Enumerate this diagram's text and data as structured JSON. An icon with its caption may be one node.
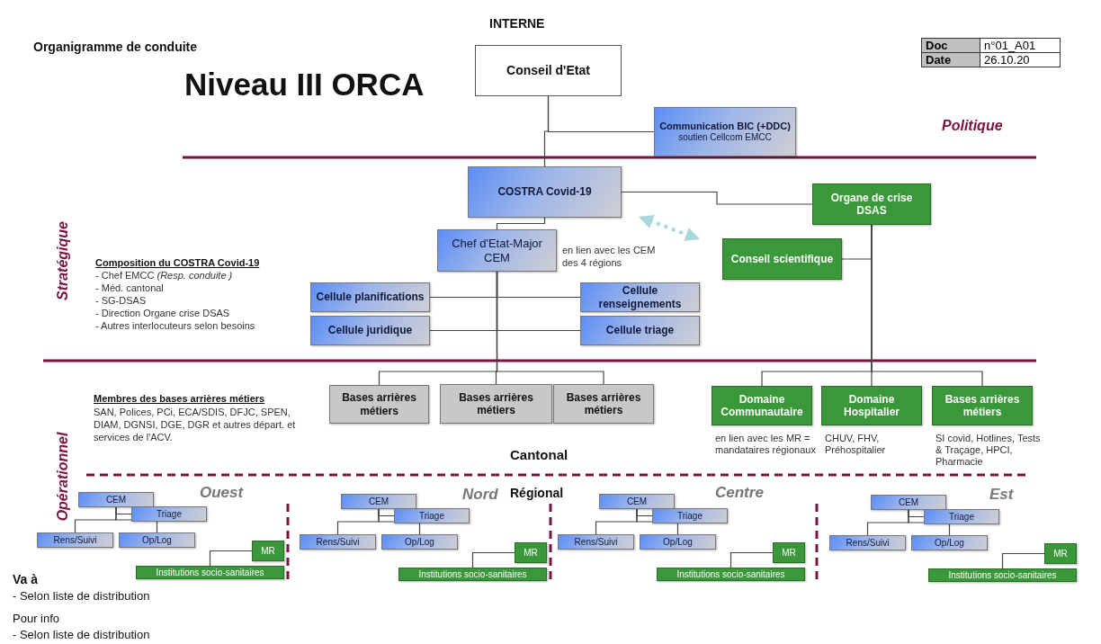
{
  "diagram": {
    "title": "Niveau III ORCA",
    "nodes": [
      {
        "text": [
          "Conseil d'Etat"
        ]
      },
      {
        "text": [
          "Communication BIC (+DDC)",
          "soutien Cellcom EMCC"
        ]
      },
      {
        "text": [
          "COSTRA Covid-19"
        ]
      },
      {
        "text": [
          "Organe de crise DSAS"
        ]
      },
      {
        "text": [
          "Chef d'Etat-Major CEM"
        ]
      },
      {
        "text": [
          "Conseil scientifique"
        ]
      },
      {
        "text": [
          "Cellule planifications"
        ]
      },
      {
        "text": [
          "Cellule renseignements"
        ]
      },
      {
        "text": [
          "Cellule juridique"
        ]
      },
      {
        "text": [
          "Cellule triage"
        ]
      },
      {
        "text": [
          "Bases arrières métiers"
        ]
      },
      {
        "text": [
          "Bases arrières métiers"
        ]
      },
      {
        "text": [
          "Bases arrières métiers"
        ]
      },
      {
        "text": [
          "Domaine Communautaire"
        ],
        "beside": [
          "en lien avec les MR = mandataires régionaux"
        ]
      },
      {
        "text": [
          "Domaine Hospitalier"
        ],
        "beside": [
          "CHUV, FHV, Préhospitalier"
        ]
      },
      {
        "text": [
          "Bases arrières métiers"
        ],
        "beside": [
          "SI covid, Hotlines, Tests & Traçage, HPCI, Pharmacie"
        ]
      },
      {
        "text": [
          "CEM"
        ]
      },
      {
        "text": [
          "Triage"
        ]
      },
      {
        "text": [
          "Rens/Suivi"
        ]
      },
      {
        "text": [
          "Op/Log"
        ]
      },
      {
        "text": [
          "MR"
        ]
      },
      {
        "text": [
          "Institutions socio-sanitaires"
        ]
      },
      {
        "text": [
          "CEM"
        ]
      },
      {
        "text": [
          "Triage"
        ]
      },
      {
        "text": [
          "Rens/Suivi"
        ]
      },
      {
        "text": [
          "Op/Log"
        ]
      },
      {
        "text": [
          "MR"
        ]
      },
      {
        "text": [
          "Institutions socio-sanitaires"
        ]
      },
      {
        "text": [
          "CEM"
        ]
      },
      {
        "text": [
          "Triage"
        ]
      },
      {
        "text": [
          "Rens/Suivi"
        ]
      },
      {
        "text": [
          "Op/Log"
        ]
      },
      {
        "text": [
          "MR"
        ]
      },
      {
        "text": [
          "Institutions socio-sanitaires"
        ]
      },
      {
        "text": [
          "CEM"
        ]
      },
      {
        "text": [
          "Triage"
        ]
      },
      {
        "text": [
          "Rens/Suivi"
        ]
      },
      {
        "text": [
          "Op/Log"
        ]
      },
      {
        "text": [
          "MR"
        ]
      },
      {
        "text": [
          "Institutions socio-sanitaires"
        ]
      }
    ],
    "edges": [
      {
        "from": 0,
        "to": 2,
        "arrow": "none"
      },
      {
        "from": 0,
        "to": 1,
        "arrow": "none"
      },
      {
        "from": 2,
        "to": 4,
        "arrow": "none"
      },
      {
        "from": 2,
        "to": 3,
        "arrow": "none"
      },
      {
        "from": 2,
        "to": 5,
        "arrow": "both",
        "style": "dashed",
        "color": "#a8d8dc"
      },
      {
        "from": 3,
        "to": 5,
        "arrow": "none"
      },
      {
        "from": 4,
        "to": 6,
        "arrow": "none"
      },
      {
        "from": 4,
        "to": 7,
        "arrow": "none"
      },
      {
        "from": 4,
        "to": 8,
        "arrow": "none"
      },
      {
        "from": 4,
        "to": 9,
        "arrow": "none"
      },
      {
        "from": 4,
        "to": 10,
        "arrow": "none"
      },
      {
        "from": 4,
        "to": 11,
        "arrow": "none"
      },
      {
        "from": 4,
        "to": 12,
        "arrow": "none"
      },
      {
        "from": 3,
        "to": 13,
        "arrow": "none"
      },
      {
        "from": 3,
        "to": 14,
        "arrow": "none"
      },
      {
        "from": 3,
        "to": 15,
        "arrow": "none"
      },
      {
        "from": 16,
        "to": 17,
        "arrow": "none"
      },
      {
        "from": 16,
        "to": 18,
        "arrow": "none"
      },
      {
        "from": 16,
        "to": 19,
        "arrow": "none"
      },
      {
        "from": 21,
        "to": 20,
        "arrow": "none"
      },
      {
        "from": 22,
        "to": 23,
        "arrow": "none"
      },
      {
        "from": 22,
        "to": 24,
        "arrow": "none"
      },
      {
        "from": 22,
        "to": 25,
        "arrow": "none"
      },
      {
        "from": 27,
        "to": 26,
        "arrow": "none"
      },
      {
        "from": 28,
        "to": 29,
        "arrow": "none"
      },
      {
        "from": 28,
        "to": 30,
        "arrow": "none"
      },
      {
        "from": 28,
        "to": 31,
        "arrow": "none"
      },
      {
        "from": 33,
        "to": 32,
        "arrow": "none"
      },
      {
        "from": 34,
        "to": 35,
        "arrow": "none"
      },
      {
        "from": 34,
        "to": 36,
        "arrow": "none"
      },
      {
        "from": 34,
        "to": 37,
        "arrow": "none"
      },
      {
        "from": 39,
        "to": 38,
        "arrow": "none"
      }
    ],
    "labels": [
      "INTERNE",
      "Organigramme de conduite",
      "Doc",
      "n°01_A01",
      "Date",
      "26.10.20",
      "Politique",
      "Stratégique",
      "en lien avec les CEM des 4 régions",
      "Composition du COSTRA Covid-19",
      "- Chef EMCC *(Resp. conduite )*",
      "- Méd. cantonal",
      "- SG-DSAS",
      "- Direction Organe crise DSAS",
      "- Autres interlocuteurs selon besoins",
      "Opérationnel",
      "Membres des bases arrières métiers",
      "SAN, Polices, PCi, ECA/SDIS, DFJC, SPEN, DIAM, DGNSI, DGE, DGR et autres départ. et services de l'ACV.",
      "Cantonal",
      "Ouest",
      "Nord",
      "Régional",
      "Centre",
      "Est",
      "Va à",
      "- Selon liste de distribution",
      "Pour info",
      "- Selon liste de distribution"
    ]
  }
}
